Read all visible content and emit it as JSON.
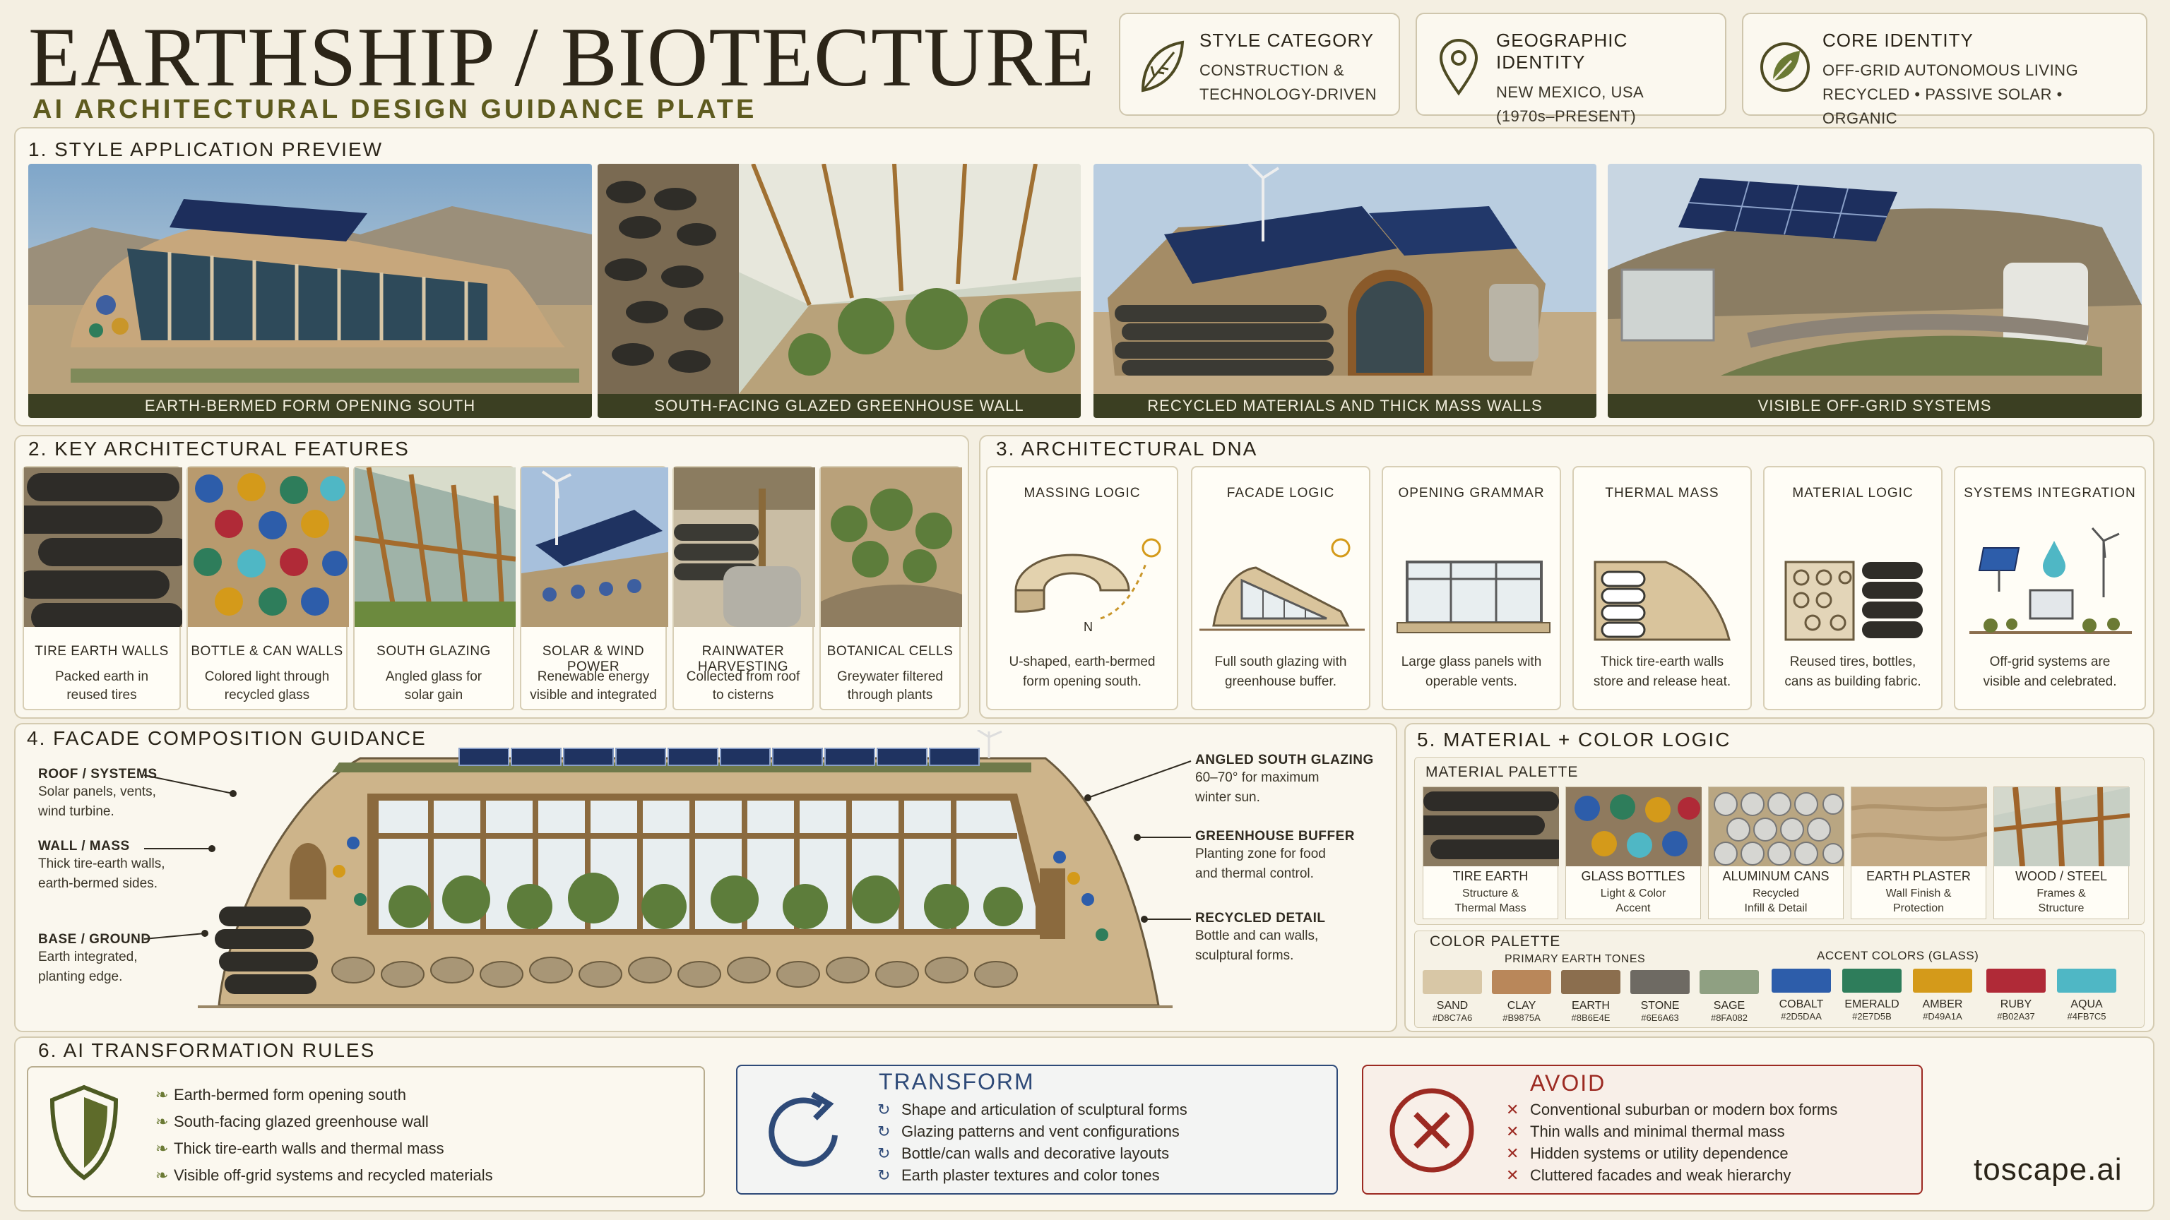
{
  "header": {
    "title": "EARTHSHIP / BIOTECTURE",
    "subtitle": "AI ARCHITECTURAL DESIGN GUIDANCE PLATE"
  },
  "info_cards": [
    {
      "icon": "leaf-icon",
      "title": "STYLE CATEGORY",
      "lines": [
        "CONSTRUCTION &",
        "TECHNOLOGY-DRIVEN"
      ]
    },
    {
      "icon": "location-pin-icon",
      "title": "GEOGRAPHIC IDENTITY",
      "lines": [
        "NEW MEXICO, USA",
        "(1970s–PRESENT)"
      ]
    },
    {
      "icon": "leaf-badge-icon",
      "title": "CORE IDENTITY",
      "lines": [
        "OFF-GRID AUTONOMOUS LIVING",
        "RECYCLED • PASSIVE SOLAR • ORGANIC"
      ]
    }
  ],
  "preview": {
    "title": "1. STYLE APPLICATION PREVIEW",
    "images": [
      {
        "caption": "EARTH-BERMED FORM OPENING SOUTH"
      },
      {
        "caption": "SOUTH-FACING GLAZED GREENHOUSE WALL"
      },
      {
        "caption": "RECYCLED MATERIALS AND THICK MASS WALLS"
      },
      {
        "caption": "VISIBLE OFF-GRID SYSTEMS"
      }
    ]
  },
  "features": {
    "title": "2. KEY ARCHITECTURAL FEATURES",
    "items": [
      {
        "label": "TIRE EARTH WALLS",
        "l1": "Packed earth in",
        "l2": "reused tires"
      },
      {
        "label": "BOTTLE & CAN WALLS",
        "l1": "Colored light through",
        "l2": "recycled glass"
      },
      {
        "label": "SOUTH GLAZING",
        "l1": "Angled glass for",
        "l2": "solar gain"
      },
      {
        "label": "SOLAR & WIND POWER",
        "l1": "Renewable energy",
        "l2": "visible and integrated"
      },
      {
        "label": "RAINWATER HARVESTING",
        "l1": "Collected from roof",
        "l2": "to cisterns"
      },
      {
        "label": "BOTANICAL CELLS",
        "l1": "Greywater filtered",
        "l2": "through plants"
      }
    ]
  },
  "dna": {
    "title": "3. ARCHITECTURAL DNA",
    "north_label": "N",
    "items": [
      {
        "label": "MASSING LOGIC",
        "l1": "U-shaped, earth-bermed",
        "l2": "form opening south."
      },
      {
        "label": "FACADE LOGIC",
        "l1": "Full south glazing with",
        "l2": "greenhouse buffer."
      },
      {
        "label": "OPENING GRAMMAR",
        "l1": "Large glass panels with",
        "l2": "operable vents."
      },
      {
        "label": "THERMAL MASS",
        "l1": "Thick tire-earth walls",
        "l2": "store and release heat."
      },
      {
        "label": "MATERIAL LOGIC",
        "l1": "Reused tires, bottles,",
        "l2": "cans as building fabric."
      },
      {
        "label": "SYSTEMS INTEGRATION",
        "l1": "Off-grid systems are",
        "l2": "visible and celebrated."
      }
    ]
  },
  "facade": {
    "title": "4. FACADE COMPOSITION GUIDANCE",
    "left": [
      {
        "label": "ROOF / SYSTEMS",
        "lines": [
          "Solar panels, vents,",
          "wind turbine."
        ]
      },
      {
        "label": "WALL / MASS",
        "lines": [
          "Thick tire-earth walls,",
          "earth-bermed sides."
        ]
      },
      {
        "label": "BASE / GROUND",
        "lines": [
          "Earth integrated,",
          "planting edge."
        ]
      }
    ],
    "right": [
      {
        "label": "ANGLED SOUTH GLAZING",
        "lines": [
          "60–70° for maximum",
          "winter sun."
        ]
      },
      {
        "label": "GREENHOUSE BUFFER",
        "lines": [
          "Planting zone for food",
          "and thermal control."
        ]
      },
      {
        "label": "RECYCLED DETAIL",
        "lines": [
          "Bottle and can walls,",
          "sculptural forms."
        ]
      }
    ]
  },
  "materials": {
    "title": "5. MATERIAL + COLOR LOGIC",
    "palette_title": "MATERIAL PALETTE",
    "items": [
      {
        "label": "TIRE EARTH",
        "l1": "Structure &",
        "l2": "Thermal Mass"
      },
      {
        "label": "GLASS BOTTLES",
        "l1": "Light & Color",
        "l2": "Accent"
      },
      {
        "label": "ALUMINUM CANS",
        "l1": "Recycled",
        "l2": "Infill & Detail"
      },
      {
        "label": "EARTH PLASTER",
        "l1": "Wall Finish &",
        "l2": "Protection"
      },
      {
        "label": "WOOD / STEEL",
        "l1": "Frames &",
        "l2": "Structure"
      }
    ],
    "color_title": "COLOR PALETTE",
    "primary_title": "PRIMARY EARTH TONES",
    "accent_title": "ACCENT COLORS (GLASS)",
    "primary": [
      {
        "name": "SAND",
        "hex": "#D8C7A6"
      },
      {
        "name": "CLAY",
        "hex": "#B9875A"
      },
      {
        "name": "EARTH",
        "hex": "#8B6E4E"
      },
      {
        "name": "STONE",
        "hex": "#6E6A63"
      },
      {
        "name": "SAGE",
        "hex": "#8FA082"
      }
    ],
    "accent": [
      {
        "name": "COBALT",
        "hex": "#2D5DAA"
      },
      {
        "name": "EMERALD",
        "hex": "#2E7D5B"
      },
      {
        "name": "AMBER",
        "hex": "#D49A1A"
      },
      {
        "name": "RUBY",
        "hex": "#B02A37"
      },
      {
        "name": "AQUA",
        "hex": "#4FB7C5"
      }
    ]
  },
  "rules": {
    "title": "6. AI TRANSFORMATION RULES",
    "keep": [
      "Earth-bermed form opening south",
      "South-facing glazed greenhouse wall",
      "Thick tire-earth walls and thermal mass",
      "Visible off-grid systems and recycled materials"
    ],
    "transform_title": "TRANSFORM",
    "transform": [
      "Shape and articulation of sculptural forms",
      "Glazing patterns and vent configurations",
      "Bottle/can walls and decorative layouts",
      "Earth plaster textures and color tones"
    ],
    "avoid_title": "AVOID",
    "avoid": [
      "Conventional suburban or modern box forms",
      "Thin walls and minimal thermal mass",
      "Hidden systems or utility dependence",
      "Cluttered facades and weak hierarchy"
    ]
  },
  "brand": "toscape.ai",
  "colors": {
    "olive": "#5e5b1f",
    "caption_bg": "#3b3f22",
    "transform_blue": "#2e4a78",
    "avoid_red": "#9c2a22"
  }
}
